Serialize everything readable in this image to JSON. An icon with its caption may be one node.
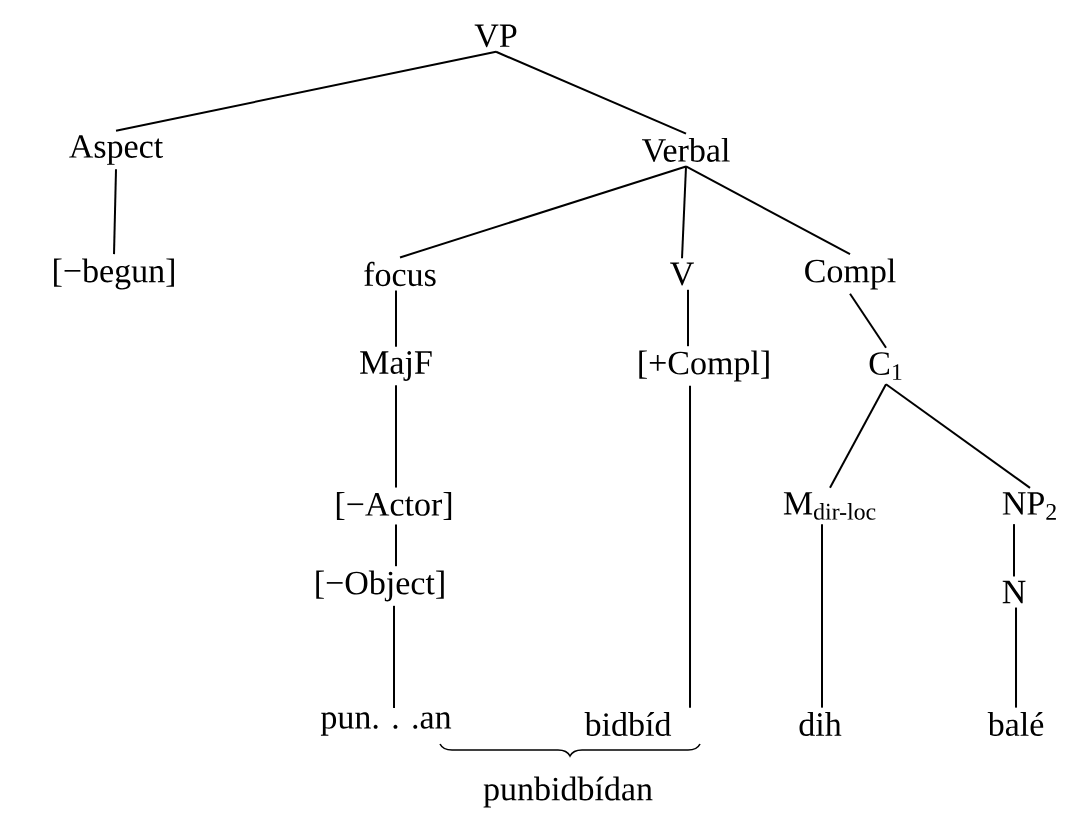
{
  "diagram": {
    "nodes": [
      {
        "text": [
          "VP"
        ]
      },
      {
        "text": [
          "Aspect"
        ]
      },
      {
        "text": [
          "Verbal"
        ]
      },
      {
        "text": [
          "[−begun]"
        ]
      },
      {
        "text": [
          "focus"
        ]
      },
      {
        "text": [
          "V"
        ]
      },
      {
        "text": [
          "Compl"
        ]
      },
      {
        "text": [
          "MajF"
        ]
      },
      {
        "text": [
          "[+Compl]"
        ]
      },
      {
        "text": [
          "C$_{1}$"
        ]
      },
      {
        "text": [
          "[−Actor]"
        ]
      },
      {
        "text": [
          "[−Object]"
        ]
      },
      {
        "text": [
          "M$_{dir-loc}$"
        ]
      },
      {
        "text": [
          "NP$_{2}$"
        ]
      },
      {
        "text": [
          "N"
        ]
      },
      {
        "text": [
          "pun. . .an"
        ]
      },
      {
        "text": [
          "bidbíd"
        ]
      },
      {
        "text": [
          "dih"
        ]
      },
      {
        "text": [
          "balé"
        ]
      }
    ],
    "edges": [
      {
        "from": 0,
        "to": 1,
        "arrow": "none"
      },
      {
        "from": 0,
        "to": 2,
        "arrow": "none"
      },
      {
        "from": 1,
        "to": 3,
        "arrow": "none"
      },
      {
        "from": 2,
        "to": 4,
        "arrow": "none"
      },
      {
        "from": 2,
        "to": 5,
        "arrow": "none"
      },
      {
        "from": 2,
        "to": 6,
        "arrow": "none"
      },
      {
        "from": 4,
        "to": 7,
        "arrow": "none"
      },
      {
        "from": 7,
        "to": 10,
        "arrow": "none"
      },
      {
        "from": 10,
        "to": 11,
        "arrow": "none"
      },
      {
        "from": 11,
        "to": 15,
        "arrow": "none"
      },
      {
        "from": 5,
        "to": 8,
        "arrow": "none"
      },
      {
        "from": 8,
        "to": 16,
        "arrow": "none"
      },
      {
        "from": 6,
        "to": 9,
        "arrow": "none"
      },
      {
        "from": 9,
        "to": 12,
        "arrow": "none"
      },
      {
        "from": 9,
        "to": 13,
        "arrow": "none"
      },
      {
        "from": 12,
        "to": 17,
        "arrow": "none"
      },
      {
        "from": 13,
        "to": 14,
        "arrow": "none"
      },
      {
        "from": 14,
        "to": 18,
        "arrow": "none"
      }
    ],
    "labels": [
      "punbidbídan"
    ]
  }
}
